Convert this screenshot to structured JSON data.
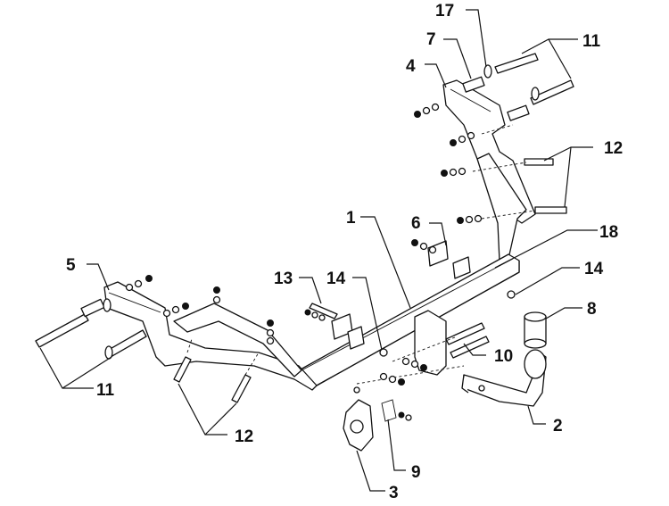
{
  "callouts": [
    "17",
    "7",
    "11",
    "4",
    "12",
    "1",
    "6",
    "18",
    "5",
    "13",
    "14",
    "14",
    "8",
    "10",
    "11",
    "2",
    "12",
    "9",
    "3"
  ]
}
